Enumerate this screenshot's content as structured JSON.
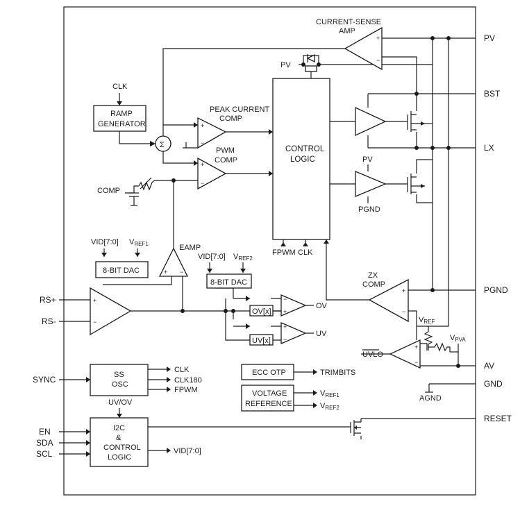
{
  "pins": {
    "pv": "PV",
    "bst": "BST",
    "lx": "LX",
    "pgnd": "PGND",
    "av": "AV",
    "gnd": "GND",
    "reset": "RESET",
    "rs_plus": "RS+",
    "rs_minus": "RS-",
    "sync": "SYNC",
    "en": "EN",
    "sda": "SDA",
    "scl": "SCL"
  },
  "blocks": {
    "current_sense_amp": [
      "CURRENT-SENSE",
      "AMP"
    ],
    "ramp_generator": [
      "RAMP",
      "GENERATOR"
    ],
    "peak_current_comp": [
      "PEAK CURRENT",
      "COMP"
    ],
    "pwm_comp": [
      "PWM",
      "COMP"
    ],
    "control_logic": [
      "CONTROL",
      "LOGIC"
    ],
    "eamp": "EAMP",
    "dac1": "8-BIT DAC",
    "dac2": "8-BIT DAC",
    "zx_comp": [
      "ZX",
      "COMP"
    ],
    "ov_box": "OV[x]",
    "uv_box": "UV[x]",
    "ss_osc": [
      "SS",
      "OSC"
    ],
    "ecc_otp": "ECC OTP",
    "voltage_reference": [
      "VOLTAGE",
      "REFERENCE"
    ],
    "i2c_logic": [
      "I2C",
      "&",
      "CONTROL",
      "LOGIC"
    ]
  },
  "labels": {
    "clk_ramp": "CLK",
    "pv_top": "PV",
    "pv_driver": "PV",
    "pgnd_driver": "PGND",
    "comp": "COMP",
    "fpwm_ctrl": "FPWM",
    "clk_ctrl": "CLK",
    "vid_dac1": "VID[7:0]",
    "vref1_base": "V",
    "vref1_sub": "REF1",
    "vid_dac2": "VID[7:0]",
    "vref2_base": "V",
    "vref2_sub": "REF2",
    "ov_out": "OV",
    "uv_out": "UV",
    "vref_base": "V",
    "vref_sub": "REF",
    "vpva_base": "V",
    "vpva_sub": "PVA",
    "uvlo": "UVLO",
    "agnd": "AGND",
    "clk_out": "CLK",
    "clk180_out": "CLK180",
    "fpwm_out": "FPWM",
    "trimbits": "TRIMBITS",
    "vref1_out_base": "V",
    "vref1_out_sub": "REF1",
    "vref2_out_base": "V",
    "vref2_out_sub": "REF2",
    "uv_ov_in": "UV/OV",
    "vid_out": "VID[7:0]",
    "sigma": "Σ"
  }
}
